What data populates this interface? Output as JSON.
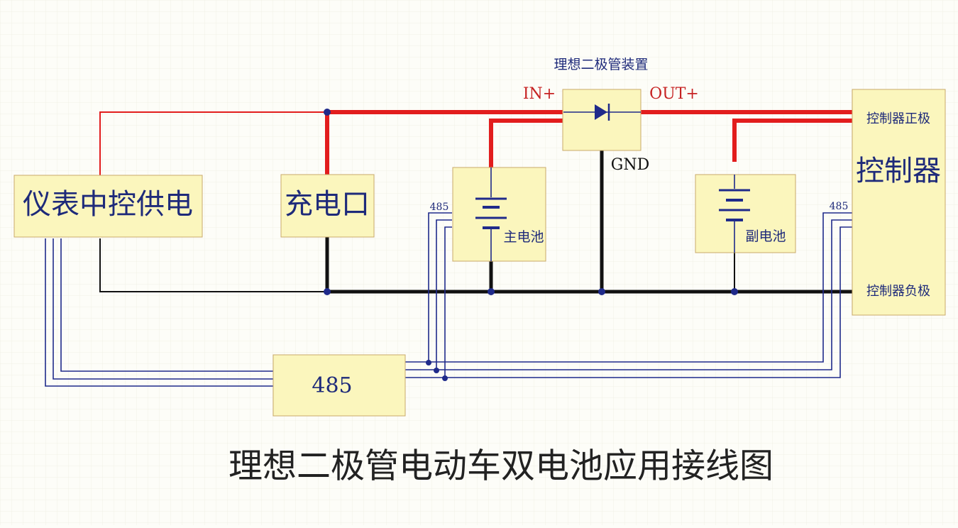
{
  "diagram": {
    "title": "理想二极管电动车双电池应用接线图",
    "blocks": {
      "meter": "仪表中控供电",
      "charge": "充电口",
      "main_battery": "主电池",
      "diode_device": "理想二极管装置",
      "aux_battery": "副电池",
      "controller": "控制器",
      "module_485": "485"
    },
    "labels": {
      "in_plus": "IN+",
      "out_plus": "OUT+",
      "gnd": "GND",
      "ctrl_positive": "控制器正极",
      "ctrl_negative": "控制器负极",
      "bus_485_main": "485",
      "bus_485_ctrl": "485"
    },
    "colors": {
      "background": "#fdfdf8",
      "grid": "#f1f1e6",
      "block_fill": "#fbf6bd",
      "block_stroke": "#c9a96a",
      "block_text": "#1e2a7a",
      "power_wire": "#e21d1d",
      "ground_wire": "#111111",
      "signal_wire": "#1f2a8a",
      "red_label": "#c62222"
    }
  }
}
